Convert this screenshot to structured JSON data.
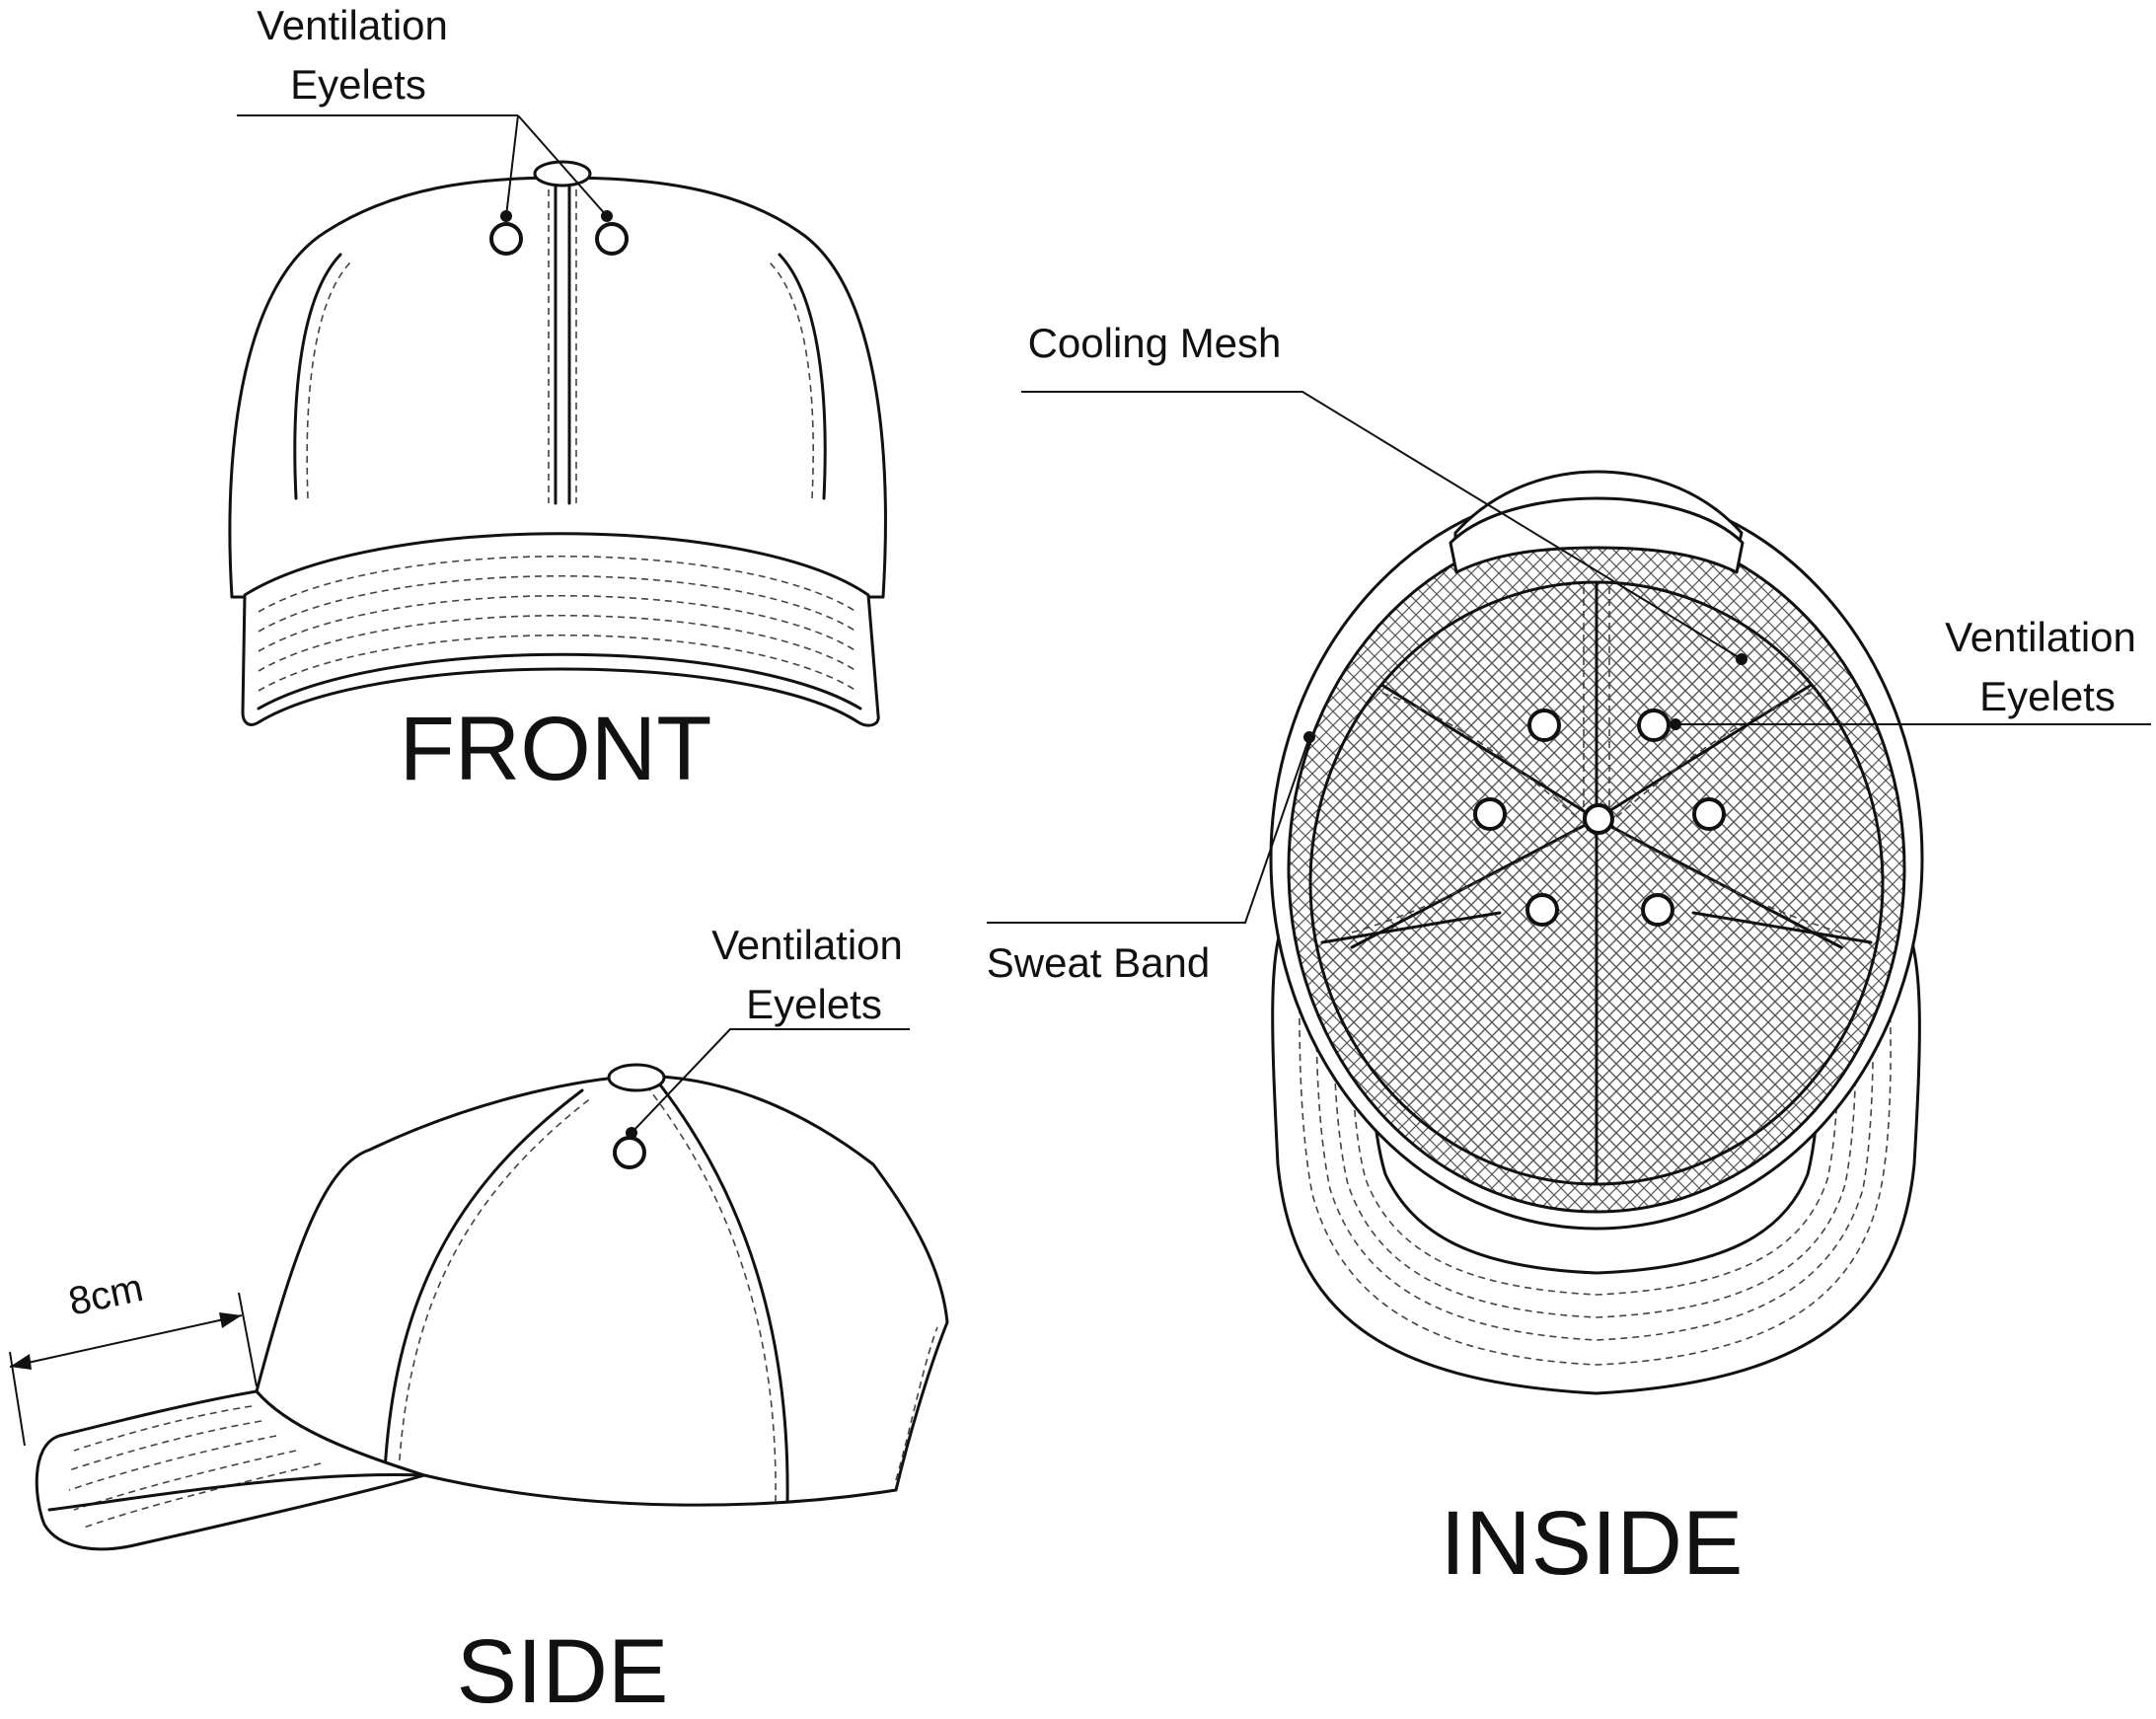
{
  "views": {
    "front": {
      "title": "FRONT",
      "callout_line1": "Ventilation",
      "callout_line2": "Eyelets"
    },
    "side": {
      "title": "SIDE",
      "callout_line1": "Ventilation",
      "callout_line2": "Eyelets",
      "dimension": "8cm"
    },
    "inside": {
      "title": "INSIDE",
      "cooling_mesh": "Cooling Mesh",
      "eyelets_line1": "Ventilation",
      "eyelets_line2": "Eyelets",
      "sweat_band": "Sweat Band"
    }
  },
  "colors": {
    "line": "#111111",
    "background": "#ffffff",
    "mesh": "#555555"
  }
}
